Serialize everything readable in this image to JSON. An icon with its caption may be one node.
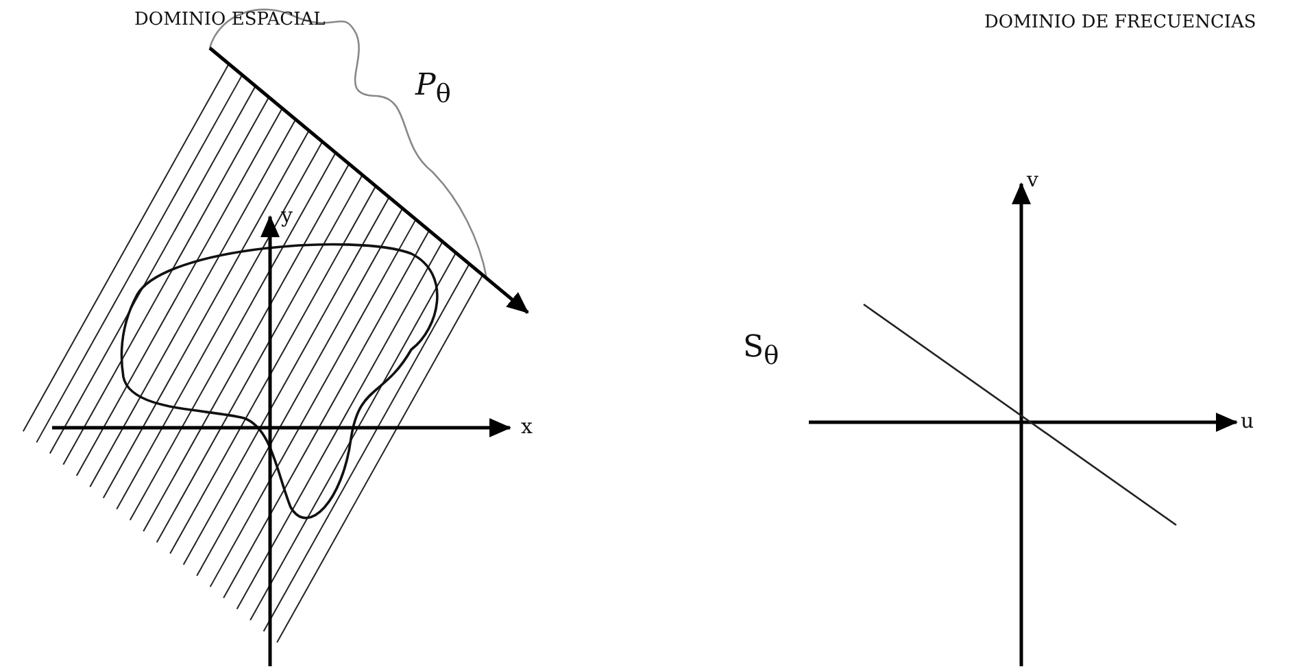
{
  "diagram": {
    "labels": [
      "DOMINIO ESPACIAL",
      "DOMINIO DE FRECUENCIAS",
      "*P*$_{θ}$",
      "y",
      "x",
      "v",
      "S$_{θ}$",
      "u"
    ]
  }
}
